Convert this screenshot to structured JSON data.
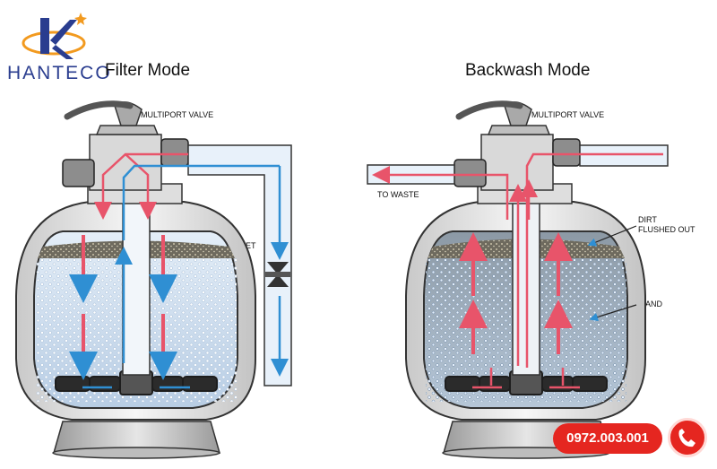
{
  "brand": {
    "name": "HANTECO",
    "icon": "hanteco-logo-icon",
    "colors": {
      "blue": "#2a3d8f",
      "orange": "#f29a1f"
    }
  },
  "modes": {
    "filter": {
      "title": "Filter Mode",
      "valve_label": "MULTIPORT VALVE",
      "outlet_label": "OUTLET\nVALVE"
    },
    "backwash": {
      "title": "Backwash Mode",
      "valve_label": "MULTIPORT VALVE",
      "waste_label": "TO WASTE",
      "dirt_label": "DIRT\nFLUSHED OUT",
      "sand_label": "SAND"
    }
  },
  "contact": {
    "phone": "0972.003.001",
    "icon": "phone-icon",
    "color": "#e52620"
  },
  "flow_colors": {
    "inflow": "#e8546a",
    "outflow": "#3a9ad9"
  }
}
